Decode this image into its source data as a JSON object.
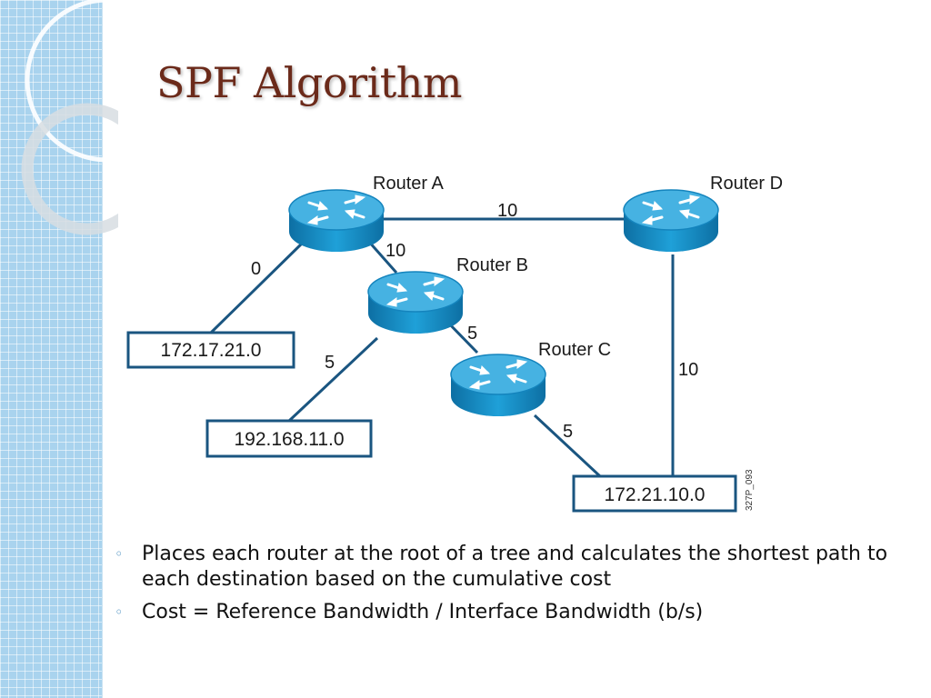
{
  "slide": {
    "title": "SPF Algorithm"
  },
  "diagram": {
    "routers": {
      "a": "Router A",
      "b": "Router B",
      "c": "Router C",
      "d": "Router D"
    },
    "networks": {
      "n1": "172.17.21.0",
      "n2": "192.168.11.0",
      "n3": "172.21.10.0"
    },
    "costs": {
      "a_d": "10",
      "a_b": "10",
      "a_n1": "0",
      "b_c": "5",
      "b_n2": "5",
      "d_n3": "10",
      "c_n3": "5"
    },
    "figure_code": "327P_093"
  },
  "bullets": {
    "mark": "◦",
    "items": [
      "Places each router at the root of a tree and calculates the shortest path to each destination based on the cumulative cost",
      "Cost = Reference Bandwidth / Interface Bandwidth (b/s)"
    ]
  },
  "colors": {
    "router_fill": "#1a8fc7",
    "router_top": "#48b3e3",
    "link": "#1a5580",
    "title": "#6b2a1a",
    "side_strip": "#a9d3ee"
  },
  "icons": {
    "router": "router-arrows-icon",
    "bullet": "hollow-circle-bullet-icon"
  }
}
